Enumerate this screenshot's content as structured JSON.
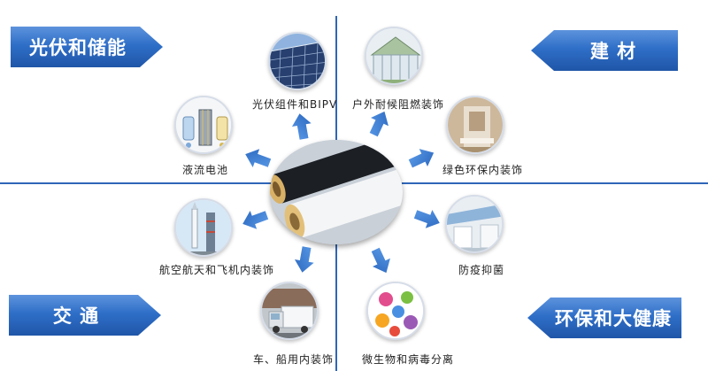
{
  "banners": {
    "top_left": "光伏和储能",
    "top_right": "建 材",
    "bottom_left": "交 通",
    "bottom_right": "环保和大健康"
  },
  "items": {
    "pv_module": "光伏组件和BIPV",
    "flow_battery": "液流电池",
    "outdoor_decor": "户外耐候阻燃装饰",
    "green_interior": "绿色环保内装饰",
    "aerospace": "航空航天和飞机内装饰",
    "vehicle_ship": "车、船用内装饰",
    "antibacterial": "防疫抑菌",
    "microbe_separation": "微生物和病毒分离"
  },
  "colors": {
    "banner_blue": "#2f6fc8",
    "arrow_blue": "#3a7fd6",
    "axis_blue": "#2f66b8"
  }
}
